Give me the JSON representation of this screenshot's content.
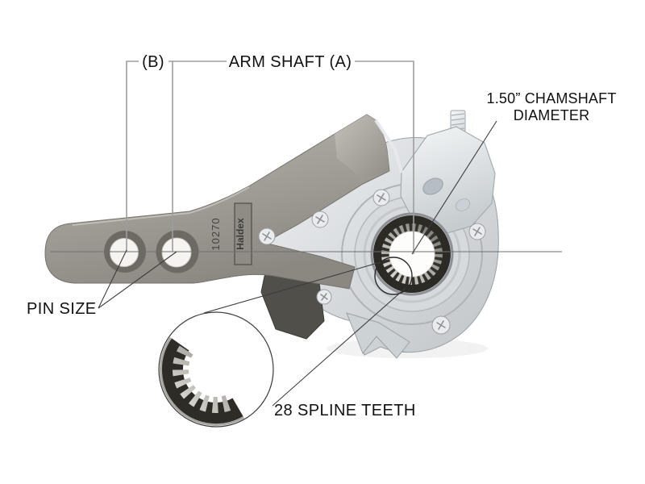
{
  "figure": {
    "labels": {
      "dim_b": "(B)",
      "arm_shaft": "ARM SHAFT (A)",
      "camshaft_line1": "1.50” CHAMSHAFT",
      "camshaft_line2": "DIAMETER",
      "pin_size": "PIN SIZE",
      "spline_teeth": "28 SPLINE TEETH"
    },
    "part": {
      "stamp_number": "10270",
      "brand": "Haldex"
    },
    "colors": {
      "dimension_line_gray": "#9d9d9d",
      "baseline_gray": "#6f6f6f",
      "leader_dark": "#3c3c3c",
      "label_text": "#111111",
      "casting_gray": "#a19e97",
      "housing_silver": "#ccd1d5",
      "clamp_zinc": "#dde2e6",
      "spline_dark": "#2b2a25",
      "background": "#ffffff"
    }
  }
}
